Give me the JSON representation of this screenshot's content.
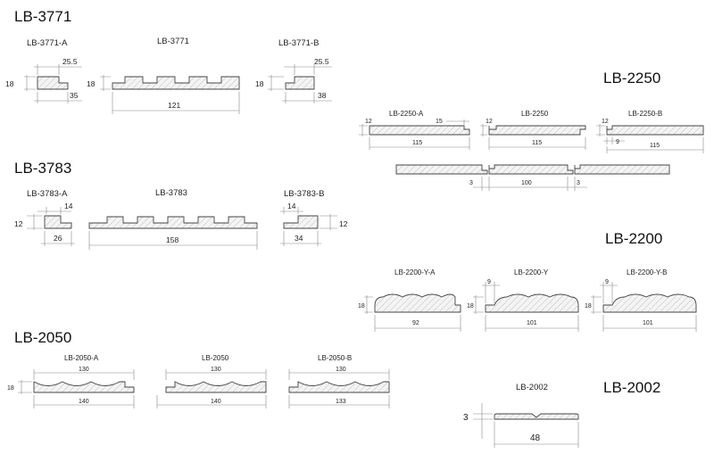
{
  "headings": {
    "lb3771": "LB-3771",
    "lb3783": "LB-3783",
    "lb2050": "LB-2050",
    "lb2250": "LB-2250",
    "lb2200": "LB-2200",
    "lb2002": "LB-2002"
  },
  "lb3771": {
    "a": {
      "label": "LB-3771-A",
      "d_top": "25.5",
      "d_left": "18",
      "d_bottom": "35"
    },
    "main": {
      "label": "LB-3771",
      "d_left": "18",
      "d_bottom": "121"
    },
    "b": {
      "label": "LB-3771-B",
      "d_top": "25.5",
      "d_left": "18",
      "d_bottom": "38"
    }
  },
  "lb3783": {
    "a": {
      "label": "LB-3783-A",
      "d_top": "14",
      "d_left": "12",
      "d_bottom": "26"
    },
    "main": {
      "label": "LB-3783",
      "d_bottom": "158"
    },
    "b": {
      "label": "LB-3783-B",
      "d_top": "14",
      "d_right": "12",
      "d_bottom": "34"
    }
  },
  "lb2050": {
    "a": {
      "label": "LB-2050-A",
      "d_top": "130",
      "d_left": "18",
      "d_bottom": "140"
    },
    "main": {
      "label": "LB-2050",
      "d_top": "130",
      "d_bottom": "140"
    },
    "b": {
      "label": "LB-2050-B",
      "d_top": "130",
      "d_bottom": "133"
    }
  },
  "lb2250": {
    "a": {
      "label": "LB-2250-A",
      "d_left": "12",
      "d_top": "15",
      "d_bottom": "115"
    },
    "main": {
      "label": "LB-2250",
      "d_left": "12",
      "d_bottom": "115"
    },
    "b": {
      "label": "LB-2250-B",
      "d_left": "12",
      "d_inner": "9",
      "d_bottom": "115"
    },
    "assembly": {
      "gap_left": "3",
      "width": "100",
      "gap_right": "3"
    }
  },
  "lb2200": {
    "a": {
      "label": "LB-2200-Y-A",
      "d_left": "18",
      "d_bottom": "92"
    },
    "main": {
      "label": "LB-2200-Y",
      "d_top": "9",
      "d_left": "18",
      "d_bottom": "101"
    },
    "b": {
      "label": "LB-2200-Y-B",
      "d_top": "9",
      "d_left": "18",
      "d_bottom": "101"
    }
  },
  "lb2002": {
    "label": "LB-2002",
    "d_left": "3",
    "d_bottom": "48"
  }
}
